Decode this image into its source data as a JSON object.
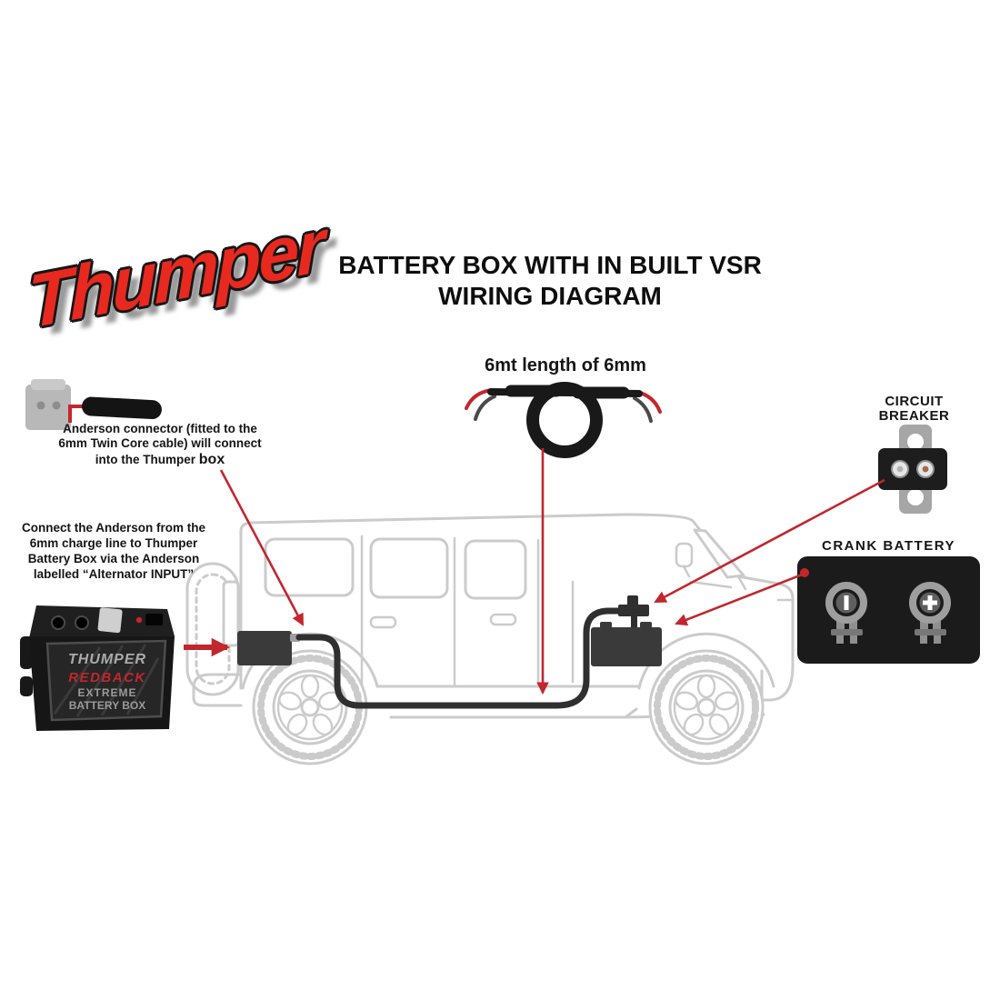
{
  "logo": {
    "text": "Thumper"
  },
  "title": {
    "lines": [
      "BATTERY BOX WITH IN BUILT VSR",
      "WIRING DIAGRAM"
    ]
  },
  "charge_cable": {
    "label": "6mt length of 6mm"
  },
  "circuit_breaker": {
    "label_lines": [
      "CIRCUIT",
      "BREAKER"
    ]
  },
  "crank_battery": {
    "label": "CRANK BATTERY",
    "terminals": [
      "negative",
      "positive"
    ]
  },
  "anderson_note": {
    "lines": [
      "Anderson connector (fitted to the",
      "6mm Twin Core cable) will connect",
      "into the Thumper"
    ],
    "box_word": "box"
  },
  "connect_note": {
    "lines": [
      "Connect the Anderson from the",
      "6mm charge line to Thumper",
      "Battery Box via the Anderson",
      "labelled “Alternator INPUT”"
    ]
  },
  "battery_box_label": {
    "lines": [
      "THUMPER",
      "REDBACK",
      "EXTREME",
      "BATTERY BOX"
    ]
  },
  "colors": {
    "accent_red": "#c1272d",
    "logo_red": "#e8291f",
    "jeep_gray": "#cbcbcb",
    "component_dark": "#2f2f2f"
  }
}
